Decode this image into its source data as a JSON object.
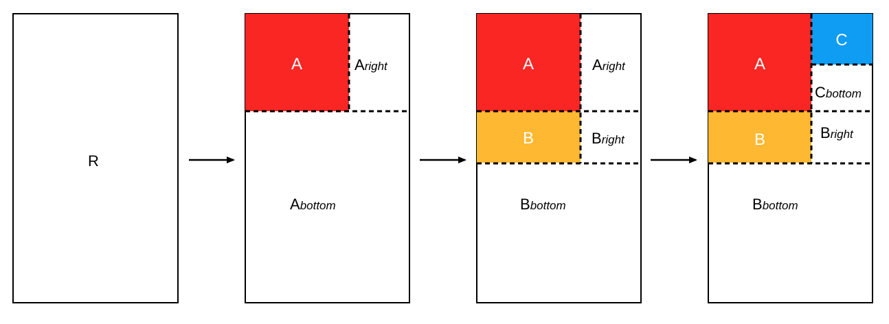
{
  "colors": {
    "a_fill": "#FA2624",
    "b_fill": "#FEB831",
    "c_fill": "#0F9CF3",
    "outline": "#000000"
  },
  "panel_1": {
    "r_label": "R"
  },
  "panel_2": {
    "a_label": "A",
    "a_right_main": "A",
    "a_right_sub": "right",
    "a_bottom_main": "A",
    "a_bottom_sub": "bottom"
  },
  "panel_3": {
    "a_label": "A",
    "a_right_main": "A",
    "a_right_sub": "right",
    "b_label": "B",
    "b_right_main": "B",
    "b_right_sub": "right",
    "b_bottom_main": "B",
    "b_bottom_sub": "bottom"
  },
  "panel_4": {
    "a_label": "A",
    "c_label": "C",
    "c_bottom_main": "C",
    "c_bottom_sub": "bottom",
    "b_label": "B",
    "b_right_main": "B",
    "b_right_sub": "right",
    "b_bottom_main": "B",
    "b_bottom_sub": "bottom"
  },
  "arrows": [
    "arrow",
    "arrow",
    "arrow"
  ]
}
